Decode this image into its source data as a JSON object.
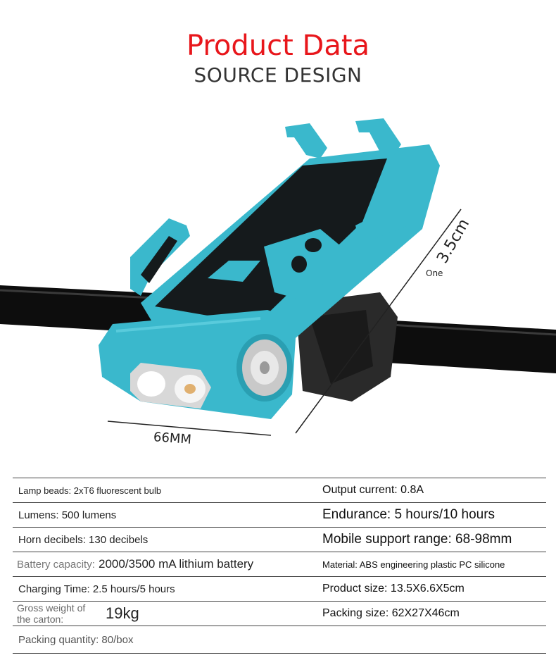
{
  "header": {
    "title": "Product Data",
    "subtitle": "SOURCE DESIGN"
  },
  "dimensions": {
    "width_label": "66MM",
    "height_label": "3.5cm",
    "small_label": "One"
  },
  "colors": {
    "title_red": "#e8161b",
    "body_blue": "#3ab8cc",
    "bar_black": "#111111"
  },
  "specs": [
    {
      "left": "Lamp beads: 2xT6 fluorescent bulb",
      "right": "Output current: 0.8A"
    },
    {
      "left": "Lumens: 500 lumens",
      "right": "Endurance: 5 hours/10 hours"
    },
    {
      "left": "Horn decibels: 130 decibels",
      "right": "Mobile support range: 68-98mm"
    },
    {
      "left_label": "Battery capacity:",
      "left_value": "2000/3500 mA lithium battery",
      "right": "Material: ABS engineering plastic PC silicone"
    },
    {
      "left": "Charging Time: 2.5 hours/5 hours",
      "right": "Product size: 13.5X6.6X5cm"
    },
    {
      "left_label": "Gross weight of the carton:",
      "left_value": "19kg",
      "right": "Packing size: 62X27X46cm"
    },
    {
      "left": "Packing quantity: 80/box",
      "right": ""
    }
  ]
}
